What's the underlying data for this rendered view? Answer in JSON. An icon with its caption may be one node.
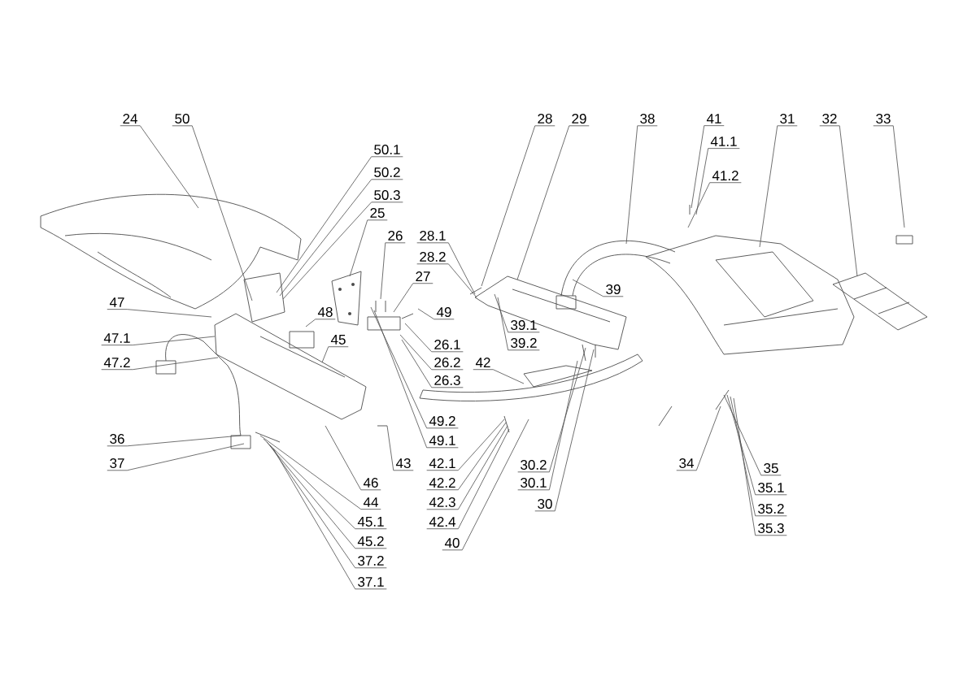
{
  "diagram": {
    "nodes": [
      {
        "text": [
          "24"
        ]
      },
      {
        "text": [
          "50"
        ]
      },
      {
        "text": [
          "28"
        ]
      },
      {
        "text": [
          "29"
        ]
      },
      {
        "text": [
          "38"
        ]
      },
      {
        "text": [
          "41"
        ]
      },
      {
        "text": [
          "31"
        ]
      },
      {
        "text": [
          "32"
        ]
      },
      {
        "text": [
          "33"
        ]
      },
      {
        "text": [
          "41.1"
        ]
      },
      {
        "text": [
          "50.1"
        ]
      },
      {
        "text": [
          "50.2"
        ]
      },
      {
        "text": [
          "41.2"
        ]
      },
      {
        "text": [
          "50.3"
        ]
      },
      {
        "text": [
          "25"
        ]
      },
      {
        "text": [
          "26"
        ]
      },
      {
        "text": [
          "28.1"
        ]
      },
      {
        "text": [
          "28.2"
        ]
      },
      {
        "text": [
          "27"
        ]
      },
      {
        "text": [
          "39"
        ]
      },
      {
        "text": [
          "47"
        ]
      },
      {
        "text": [
          "49"
        ]
      },
      {
        "text": [
          "48"
        ]
      },
      {
        "text": [
          "39.1"
        ]
      },
      {
        "text": [
          "39.2"
        ]
      },
      {
        "text": [
          "47.1"
        ]
      },
      {
        "text": [
          "45"
        ]
      },
      {
        "text": [
          "26.1"
        ]
      },
      {
        "text": [
          "47.2"
        ]
      },
      {
        "text": [
          "26.2"
        ]
      },
      {
        "text": [
          "42"
        ]
      },
      {
        "text": [
          "26.3"
        ]
      },
      {
        "text": [
          "49.2"
        ]
      },
      {
        "text": [
          "36"
        ]
      },
      {
        "text": [
          "49.1"
        ]
      },
      {
        "text": [
          "37"
        ]
      },
      {
        "text": [
          "43"
        ]
      },
      {
        "text": [
          "42.1"
        ]
      },
      {
        "text": [
          "30.2"
        ]
      },
      {
        "text": [
          "34"
        ]
      },
      {
        "text": [
          "35"
        ]
      },
      {
        "text": [
          "46"
        ]
      },
      {
        "text": [
          "42.2"
        ]
      },
      {
        "text": [
          "30.1"
        ]
      },
      {
        "text": [
          "35.1"
        ]
      },
      {
        "text": [
          "44"
        ]
      },
      {
        "text": [
          "42.3"
        ]
      },
      {
        "text": [
          "30"
        ]
      },
      {
        "text": [
          "35.2"
        ]
      },
      {
        "text": [
          "45.1"
        ]
      },
      {
        "text": [
          "42.4"
        ]
      },
      {
        "text": [
          "35.3"
        ]
      },
      {
        "text": [
          "45.2"
        ]
      },
      {
        "text": [
          "40"
        ]
      },
      {
        "text": [
          "37.2"
        ]
      },
      {
        "text": [
          "37.1"
        ]
      }
    ],
    "edges": [
      {
        "from": 0,
        "to": null,
        "arrow": "none"
      },
      {
        "from": 1,
        "to": null,
        "arrow": "none"
      },
      {
        "from": 2,
        "to": null,
        "arrow": "none"
      },
      {
        "from": 3,
        "to": null,
        "arrow": "none"
      },
      {
        "from": 4,
        "to": null,
        "arrow": "none"
      },
      {
        "from": 5,
        "to": null,
        "arrow": "none"
      },
      {
        "from": 6,
        "to": null,
        "arrow": "none"
      },
      {
        "from": 7,
        "to": null,
        "arrow": "none"
      },
      {
        "from": 8,
        "to": null,
        "arrow": "none"
      },
      {
        "from": 9,
        "to": null,
        "arrow": "none"
      },
      {
        "from": 10,
        "to": null,
        "arrow": "none"
      },
      {
        "from": 11,
        "to": null,
        "arrow": "none"
      },
      {
        "from": 12,
        "to": null,
        "arrow": "none"
      },
      {
        "from": 13,
        "to": null,
        "arrow": "none"
      },
      {
        "from": 14,
        "to": null,
        "arrow": "none"
      },
      {
        "from": 15,
        "to": null,
        "arrow": "none"
      },
      {
        "from": 16,
        "to": null,
        "arrow": "none"
      },
      {
        "from": 17,
        "to": null,
        "arrow": "none"
      },
      {
        "from": 18,
        "to": null,
        "arrow": "none"
      },
      {
        "from": 19,
        "to": null,
        "arrow": "none"
      },
      {
        "from": 20,
        "to": null,
        "arrow": "none"
      },
      {
        "from": 21,
        "to": null,
        "arrow": "none"
      },
      {
        "from": 22,
        "to": null,
        "arrow": "none"
      },
      {
        "from": 23,
        "to": null,
        "arrow": "none"
      },
      {
        "from": 24,
        "to": null,
        "arrow": "none"
      },
      {
        "from": 25,
        "to": null,
        "arrow": "none"
      },
      {
        "from": 26,
        "to": null,
        "arrow": "none"
      },
      {
        "from": 27,
        "to": null,
        "arrow": "none"
      },
      {
        "from": 28,
        "to": null,
        "arrow": "none"
      },
      {
        "from": 29,
        "to": null,
        "arrow": "none"
      },
      {
        "from": 30,
        "to": null,
        "arrow": "none"
      },
      {
        "from": 31,
        "to": null,
        "arrow": "none"
      },
      {
        "from": 32,
        "to": null,
        "arrow": "none"
      },
      {
        "from": 33,
        "to": null,
        "arrow": "none"
      },
      {
        "from": 34,
        "to": null,
        "arrow": "none"
      },
      {
        "from": 35,
        "to": null,
        "arrow": "none"
      },
      {
        "from": 36,
        "to": null,
        "arrow": "none"
      },
      {
        "from": 37,
        "to": null,
        "arrow": "none"
      },
      {
        "from": 38,
        "to": null,
        "arrow": "none"
      },
      {
        "from": 39,
        "to": null,
        "arrow": "none"
      },
      {
        "from": 40,
        "to": null,
        "arrow": "none"
      },
      {
        "from": 41,
        "to": null,
        "arrow": "none"
      },
      {
        "from": 42,
        "to": null,
        "arrow": "none"
      },
      {
        "from": 43,
        "to": null,
        "arrow": "none"
      },
      {
        "from": 44,
        "to": null,
        "arrow": "none"
      },
      {
        "from": 45,
        "to": null,
        "arrow": "none"
      },
      {
        "from": 46,
        "to": null,
        "arrow": "none"
      },
      {
        "from": 47,
        "to": null,
        "arrow": "none"
      },
      {
        "from": 48,
        "to": null,
        "arrow": "none"
      },
      {
        "from": 49,
        "to": null,
        "arrow": "none"
      },
      {
        "from": 50,
        "to": null,
        "arrow": "none"
      },
      {
        "from": 51,
        "to": null,
        "arrow": "none"
      },
      {
        "from": 52,
        "to": null,
        "arrow": "none"
      },
      {
        "from": 53,
        "to": null,
        "arrow": "none"
      },
      {
        "from": 54,
        "to": null,
        "arrow": "none"
      },
      {
        "from": 55,
        "to": null,
        "arrow": "none"
      }
    ]
  }
}
